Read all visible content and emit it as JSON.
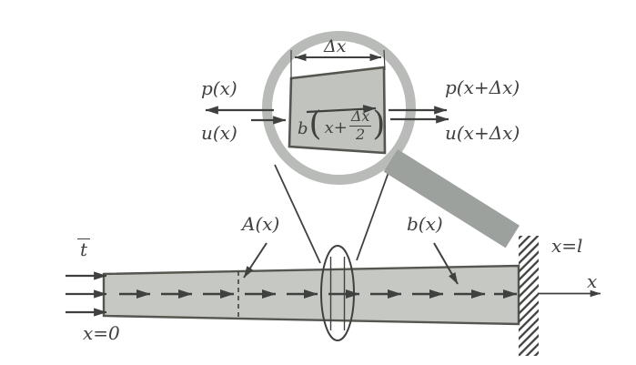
{
  "magnifier": {
    "dim_label": "Δx",
    "p_left": "p(x)",
    "u_left": "u(x)",
    "p_right": "p(x+Δx)",
    "u_right": "u(x+Δx)",
    "body_force": {
      "prefix": "b",
      "open": "(",
      "arg": "x+",
      "num": "Δx",
      "den": "2",
      "close": ")"
    }
  },
  "bar": {
    "area": "A(x)",
    "body_force": "b(x)",
    "traction": "t",
    "left_end": "x=0",
    "right_end": "x=l",
    "axis": "x"
  },
  "colors": {
    "ink": "#3f413e",
    "outline": "#54564f",
    "bar_fill": "#c6c8c4",
    "elem_fill": "#c1c3bf",
    "ring": "#b8bbb7",
    "handle": "#9da19e",
    "background": "#ffffff"
  }
}
